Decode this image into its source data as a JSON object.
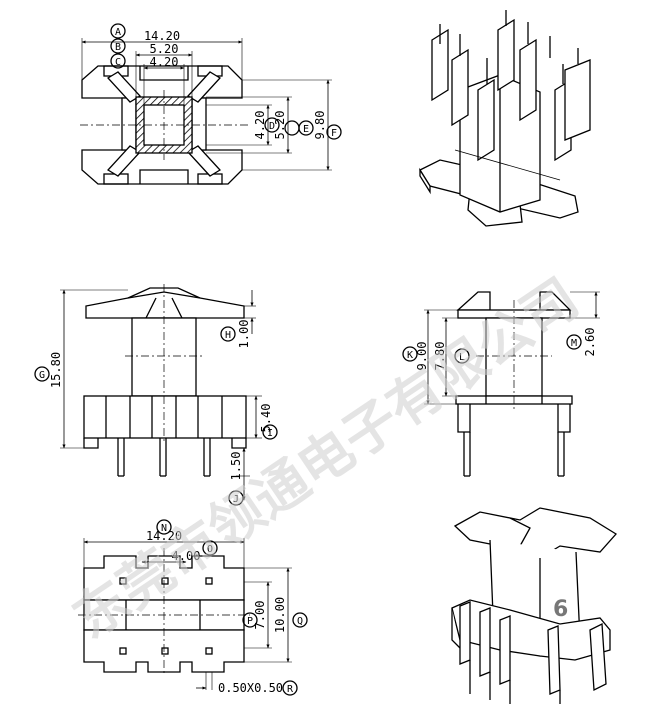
{
  "views": {
    "top": {
      "dims": {
        "A": "14.20",
        "B": "5.20",
        "C": "4.20",
        "D": "4.20",
        "E": "5.20",
        "F": "9.80"
      },
      "labels": {
        "A": "A",
        "B": "B",
        "C": "C",
        "D": "D",
        "E": "E",
        "F": "F"
      }
    },
    "front": {
      "dims": {
        "G": "15.80",
        "H": "1.00",
        "I": "5.40",
        "J": "1.50"
      },
      "labels": {
        "G": "G",
        "H": "H",
        "I": "I",
        "J": "J"
      }
    },
    "side": {
      "dims": {
        "K": "9.00",
        "L": "7.80",
        "M": "2.60"
      },
      "labels": {
        "K": "K",
        "L": "L",
        "M": "M"
      }
    },
    "bottom": {
      "dims": {
        "N": "14.20",
        "O": "4.00",
        "P": "7.00",
        "Q": "10.00",
        "R": "0.50X0.50"
      },
      "labels": {
        "N": "N",
        "O": "O",
        "P": "P",
        "Q": "Q",
        "R": "R"
      }
    }
  },
  "watermark": "东莞市领通电子有限公司",
  "page_number": "6"
}
